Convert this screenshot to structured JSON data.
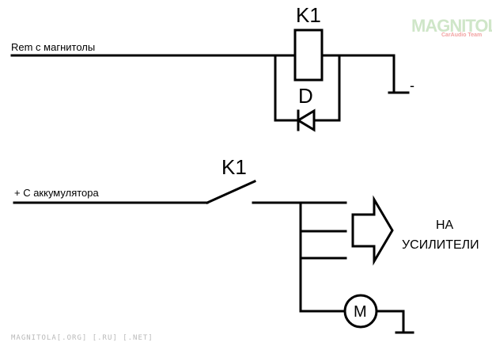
{
  "diagram": {
    "remote_wire_label": "Rem с магнитолы",
    "relay_coil_ref": "K1",
    "diode_ref": "D",
    "ground_minus": "-",
    "battery_wire_label": "+ С аккумулятора",
    "switch_ref": "K1",
    "amplifier_label_line1": "НА",
    "amplifier_label_line2": "УСИЛИТЕЛИ",
    "motor_symbol": "M"
  },
  "logo": {
    "main": "MAGNITOLA",
    "sub": "CarAudio Team"
  },
  "watermark": "MAGNITOLA[.ORG] [.RU] [.NET]",
  "colors": {
    "ink": "#000000",
    "logo_green": "#cfe6c8",
    "logo_red": "#f2a3a3",
    "watermark_gray": "#b9b9b9"
  }
}
